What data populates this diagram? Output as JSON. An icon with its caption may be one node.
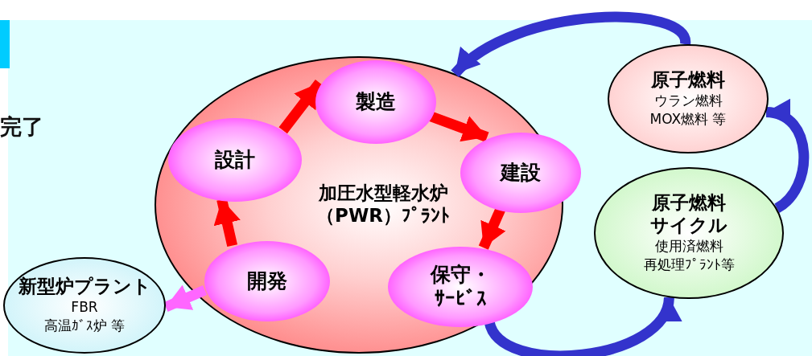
{
  "diagram": {
    "nodes": [
      {
        "text": [
          "加圧水型軽水炉（PWR）ﾌﾟﾗﾝﾄ"
        ]
      },
      {
        "text": [
          "製造"
        ],
        "in": 0
      },
      {
        "text": [
          "設計"
        ],
        "in": 0
      },
      {
        "text": [
          "建設"
        ],
        "in": 0
      },
      {
        "text": [
          "開発"
        ],
        "in": 0
      },
      {
        "text": [
          "保守・ｻｰﾋﾞｽ"
        ],
        "in": 0
      },
      {
        "text": [
          "新型炉プラント",
          "FBR",
          "高温ｶﾞｽ炉 等"
        ]
      },
      {
        "text": [
          "原子燃料",
          "ウラン燃料",
          "MOX燃料 等"
        ]
      },
      {
        "text": [
          "原子燃料サイクル",
          "使用済燃料",
          "再処理ﾌﾟﾗﾝﾄ等"
        ]
      }
    ],
    "edges": [
      {
        "from": 2,
        "to": 1,
        "arrow": "to"
      },
      {
        "from": 1,
        "to": 3,
        "arrow": "to"
      },
      {
        "from": 3,
        "to": 5,
        "arrow": "to"
      },
      {
        "from": 4,
        "to": 2,
        "arrow": "to"
      },
      {
        "from": 4,
        "to": 6,
        "arrow": "to",
        "color": "#ff66ff"
      },
      {
        "from": 7,
        "to": 0,
        "arrow": "to",
        "color": "#3333cc"
      },
      {
        "from": 8,
        "to": 7,
        "arrow": "to",
        "color": "#3333cc"
      },
      {
        "from": 5,
        "to": 8,
        "arrow": "to",
        "color": "#3333cc"
      }
    ],
    "labels": [
      "完了"
    ]
  }
}
